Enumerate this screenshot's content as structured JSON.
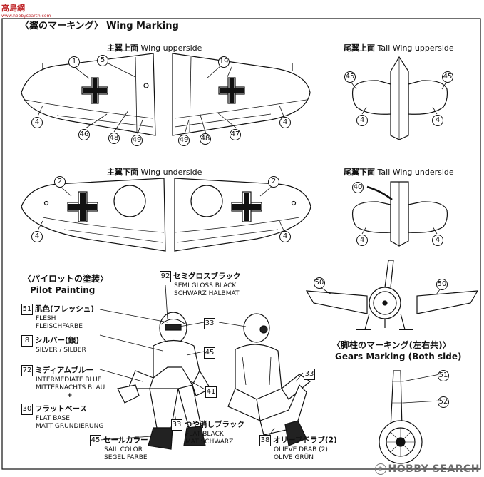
{
  "watermark_top": {
    "text": "高島網",
    "url": "www.hobbysearch.com"
  },
  "watermark_bottom": "HOBBY SEARCH",
  "wing_section": {
    "title_jp": "〈翼のマーキング〉",
    "title_en": "Wing Marking"
  },
  "wing_upperside": {
    "jp": "主翼上面",
    "en": "Wing upperside"
  },
  "wing_underside": {
    "jp": "主翼下面",
    "en": "Wing underside"
  },
  "tail_upperside": {
    "jp": "尾翼上面",
    "en": "Tail Wing upperside"
  },
  "tail_underside": {
    "jp": "尾翼下面",
    "en": "Tail Wing underside"
  },
  "pilot_section": {
    "jp": "〈パイロットの塗装〉",
    "en": "Pilot Painting"
  },
  "gears_section": {
    "jp": "〈脚柱のマーキング(左右共)〉",
    "en": "Gears Marking (Both side)"
  },
  "paints": {
    "p92": {
      "num": "92",
      "jp": "セミグロスブラック",
      "en": "SEMI GLOSS BLACK",
      "de": "SCHWARZ HALBMAT"
    },
    "p51": {
      "num": "51",
      "jp": "肌色(フレッシュ)",
      "en": "FLESH",
      "de": "FLEISCHFARBE"
    },
    "p8": {
      "num": "8",
      "jp": "シルバー(銀)",
      "en": "SILVER / SILBER"
    },
    "p72": {
      "num": "72",
      "jp": "ミディアムブルー",
      "en": "INTERMEDIATE BLUE",
      "de": "MITTERNACHTS BLAU"
    },
    "plus": "+",
    "p30": {
      "num": "30",
      "jp": "フラットベース",
      "en": "FLAT BASE",
      "de": "MATT GRUNDIERUNG"
    },
    "p45": {
      "num": "45",
      "jp": "セールカラー",
      "en": "SAIL COLOR",
      "de": "SEGEL FARBE"
    },
    "p33": {
      "num": "33",
      "jp": "つや消しブラック",
      "en": "FLAT BLACK",
      "de": "MAT SCHWARZ"
    },
    "p38": {
      "num": "38",
      "jp": "オリーブドラブ(2)",
      "en": "OLIEVE DRAB (2)",
      "de": "OLIVE GRÜN"
    }
  },
  "callouts": [
    "1",
    "5",
    "19",
    "45",
    "45",
    "46",
    "48",
    "49",
    "49",
    "48",
    "47",
    "4",
    "4",
    "4",
    "4",
    "4",
    "4",
    "4",
    "4",
    "2",
    "2",
    "40",
    "50",
    "50",
    "33",
    "45",
    "41",
    "33",
    "51",
    "52"
  ]
}
